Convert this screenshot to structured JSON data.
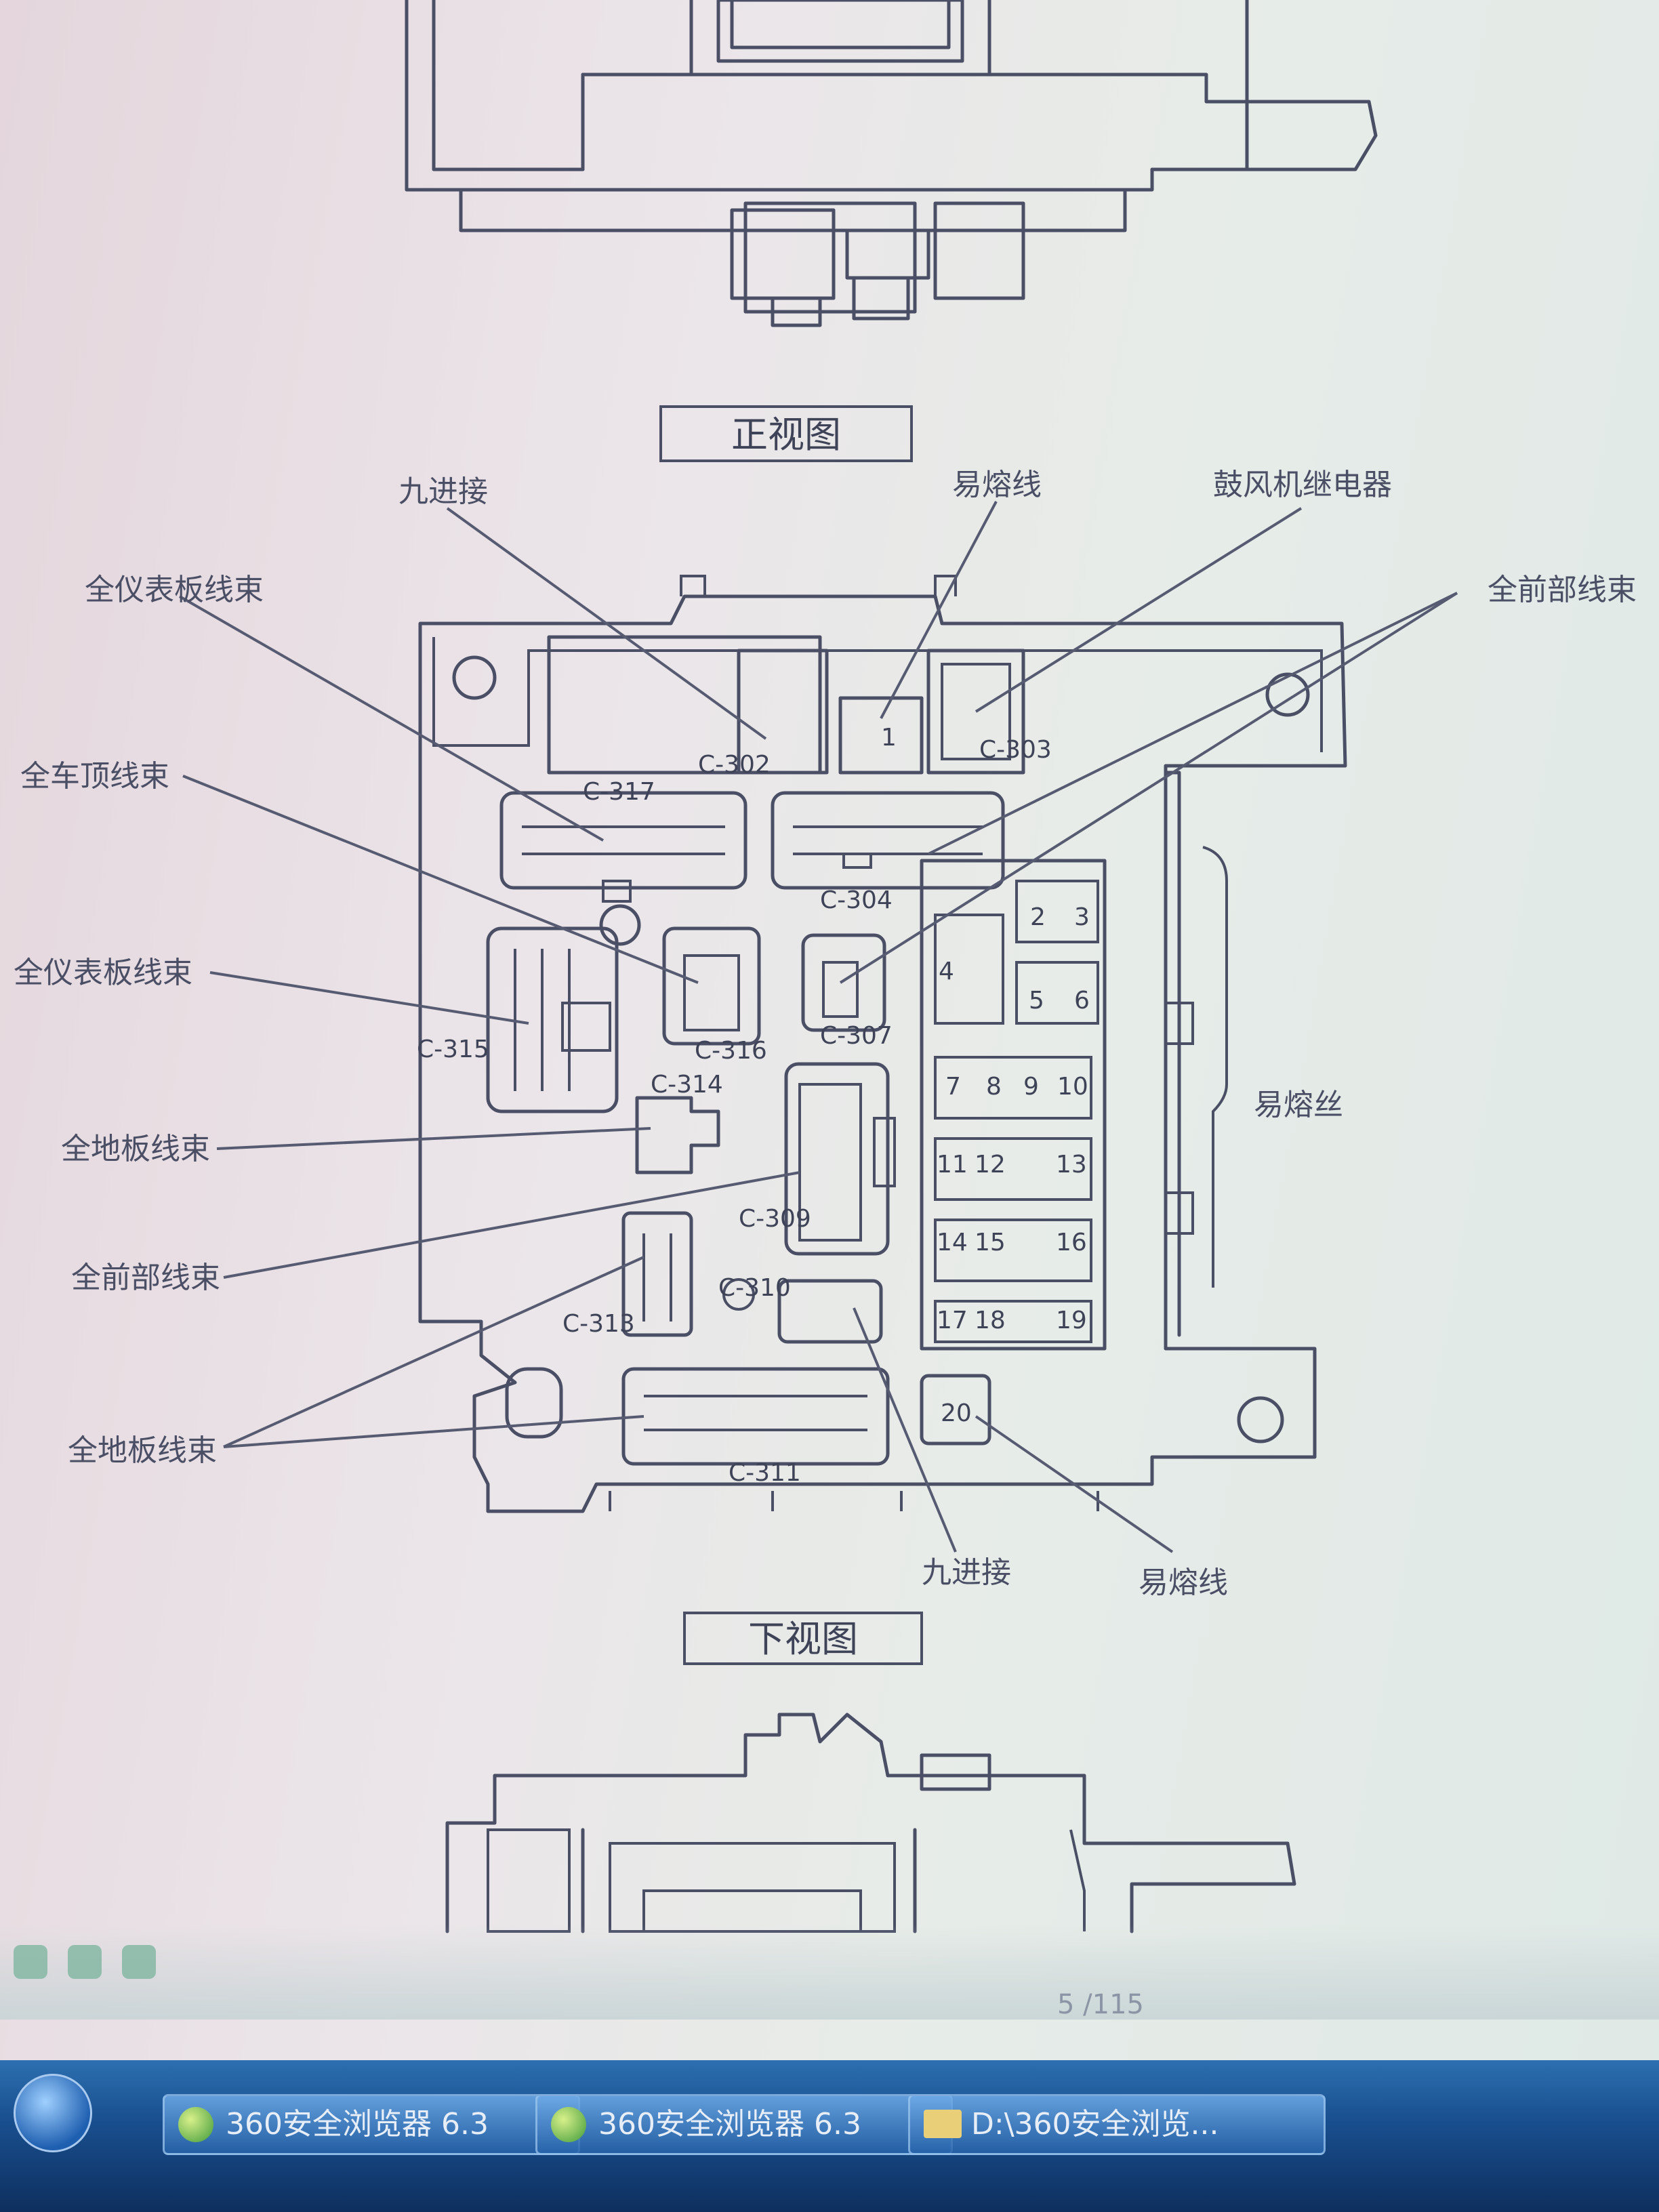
{
  "views": {
    "front_view": "正视图",
    "bottom_view": "下视图"
  },
  "callouts": {
    "top_left": "九进接",
    "top_mid": "易熔线",
    "top_right": "鼓风机继电器",
    "right_top": "全前部线束",
    "left_1": "全仪表板线束",
    "left_2": "全车顶线束",
    "left_3": "全仪表板线束",
    "left_4": "全地板线束",
    "left_5": "全前部线束",
    "left_6": "全地板线束",
    "right_mid": "易熔丝",
    "bottom_left": "九进接",
    "bottom_right": "易熔线"
  },
  "connectors": {
    "c302": "C-302",
    "c303": "C-303",
    "c304": "C-304",
    "c307": "C-307",
    "c309": "C-309",
    "c310": "C-310",
    "c311": "C-311",
    "c313": "C-313",
    "c314": "C-314",
    "c315": "C-315",
    "c316": "C-316",
    "c317": "C-317"
  },
  "fuses": {
    "f1": "1",
    "f2": "2",
    "f3": "3",
    "f4": "4",
    "f5": "5",
    "f6": "6",
    "f7": "7",
    "f8": "8",
    "f9": "9",
    "f10": "10",
    "f11": "11",
    "f12": "12",
    "f13": "13",
    "f14": "14",
    "f15": "15",
    "f16": "16",
    "f17": "17",
    "f18": "18",
    "f19": "19",
    "f20": "20"
  },
  "viewer": {
    "page": "5 /115"
  },
  "taskbar": {
    "task1": "360安全浏览器 6.3",
    "task2": "360安全浏览器 6.3",
    "task3": "D:\\360安全浏览..."
  }
}
